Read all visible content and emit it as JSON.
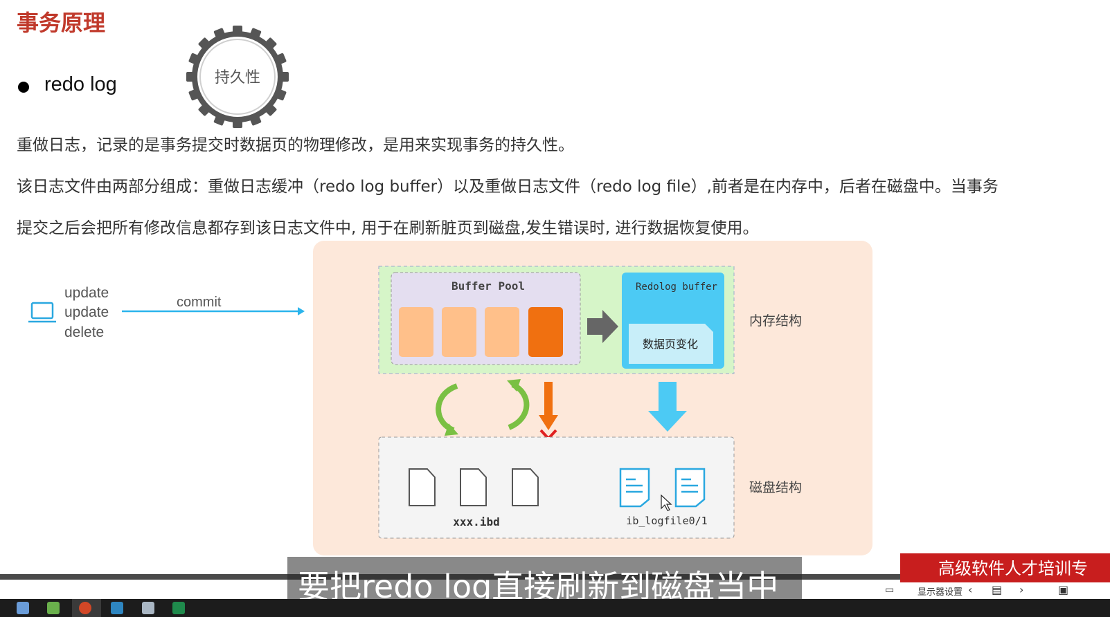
{
  "slide": {
    "title": "事务原理",
    "gear_label": "持久性",
    "bullet": "redo log",
    "paragraphs": [
      "重做日志，记录的是事务提交时数据页的物理修改，是用来实现事务的持久性。",
      "该日志文件由两部分组成：重做日志缓冲（redo log buffer）以及重做日志文件（redo log file）,前者是在内存中，后者在磁盘中。当事务",
      "提交之后会把所有修改信息都存到该日志文件中, 用于在刷新脏页到磁盘,发生错误时, 进行数据恢复使用。"
    ]
  },
  "diagram": {
    "client_ops": [
      "update",
      "update",
      "delete"
    ],
    "arrow_label": "commit",
    "buffer_pool_label": "Buffer Pool",
    "redolog_buffer_label": "Redolog buffer",
    "data_page_change": "数据页变化",
    "memory_label": "内存结构",
    "disk_label": "磁盘结构",
    "ibd_label": "xxx.ibd",
    "logfile_label": "ib_logfile0/1",
    "colors": {
      "panel_bg": "#fde8da",
      "memory_bg": "#d6f5c8",
      "buffer_pool_bg": "#e4def0",
      "page_light": "#ffc08a",
      "page_dirty": "#f07010",
      "redolog_bg": "#4ccaf4",
      "arrow_blue": "#2ab4ec",
      "cycle_green": "#7ac043",
      "cross_red": "#e02020"
    }
  },
  "video": {
    "subtitle": "要把redo log直接刷新到磁盘当中",
    "banner": "高级软件人才培训专",
    "display_settings": "显示器设置"
  }
}
